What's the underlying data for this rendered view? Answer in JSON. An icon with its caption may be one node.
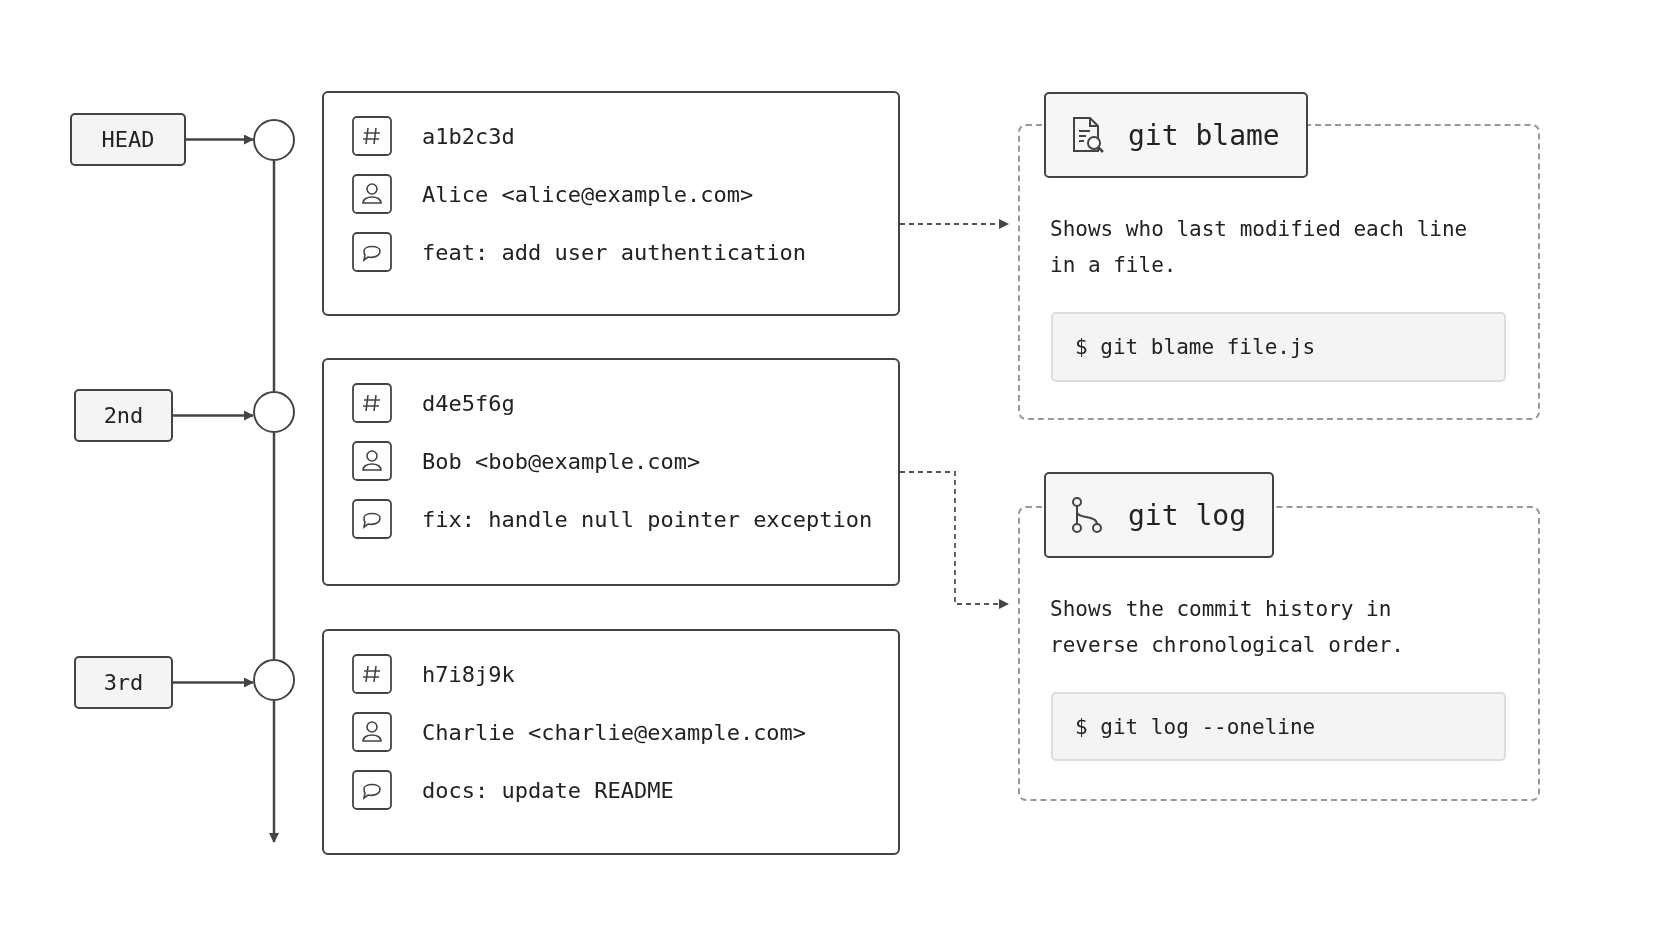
{
  "diagram": {
    "nodes": [
      {
        "text": [
          "HEAD"
        ]
      },
      {
        "text": [],
        "shape": "circle"
      },
      {
        "text": [
          "2nd"
        ]
      },
      {
        "text": [],
        "shape": "circle"
      },
      {
        "text": [
          "3rd"
        ]
      },
      {
        "text": [],
        "shape": "circle"
      },
      {
        "text": [
          "a1b2c3d",
          "Alice <alice@example.com>",
          "feat: add user authentication"
        ]
      },
      {
        "text": [
          "d4e5f6g",
          "Bob <bob@example.com>",
          "fix: handle null pointer exception"
        ]
      },
      {
        "text": [
          "h7i8j9k",
          "Charlie <charlie@example.com>",
          "docs: update README"
        ]
      },
      {
        "text": [
          "git blame",
          "Shows who last modified each line in a file."
        ]
      },
      {
        "text": [
          "$ git blame file.js"
        ],
        "in": 9
      },
      {
        "text": [
          "git log",
          "Shows the commit history in reverse chronological order."
        ]
      },
      {
        "text": [
          "$ git log --oneline"
        ],
        "in": 11
      }
    ],
    "edges": [
      {
        "from": 0,
        "to": 1,
        "arrow": "to"
      },
      {
        "from": 2,
        "to": 3,
        "arrow": "to"
      },
      {
        "from": 4,
        "to": 5,
        "arrow": "to"
      },
      {
        "from": 1,
        "to": 3,
        "arrow": "none"
      },
      {
        "from": 3,
        "to": 5,
        "arrow": "none"
      },
      {
        "from": 5,
        "to": null,
        "arrow": "to"
      },
      {
        "from": 6,
        "to": 9,
        "arrow": "to",
        "style": "dashed"
      },
      {
        "from": 7,
        "to": 11,
        "arrow": "to",
        "style": "dashed"
      }
    ]
  }
}
